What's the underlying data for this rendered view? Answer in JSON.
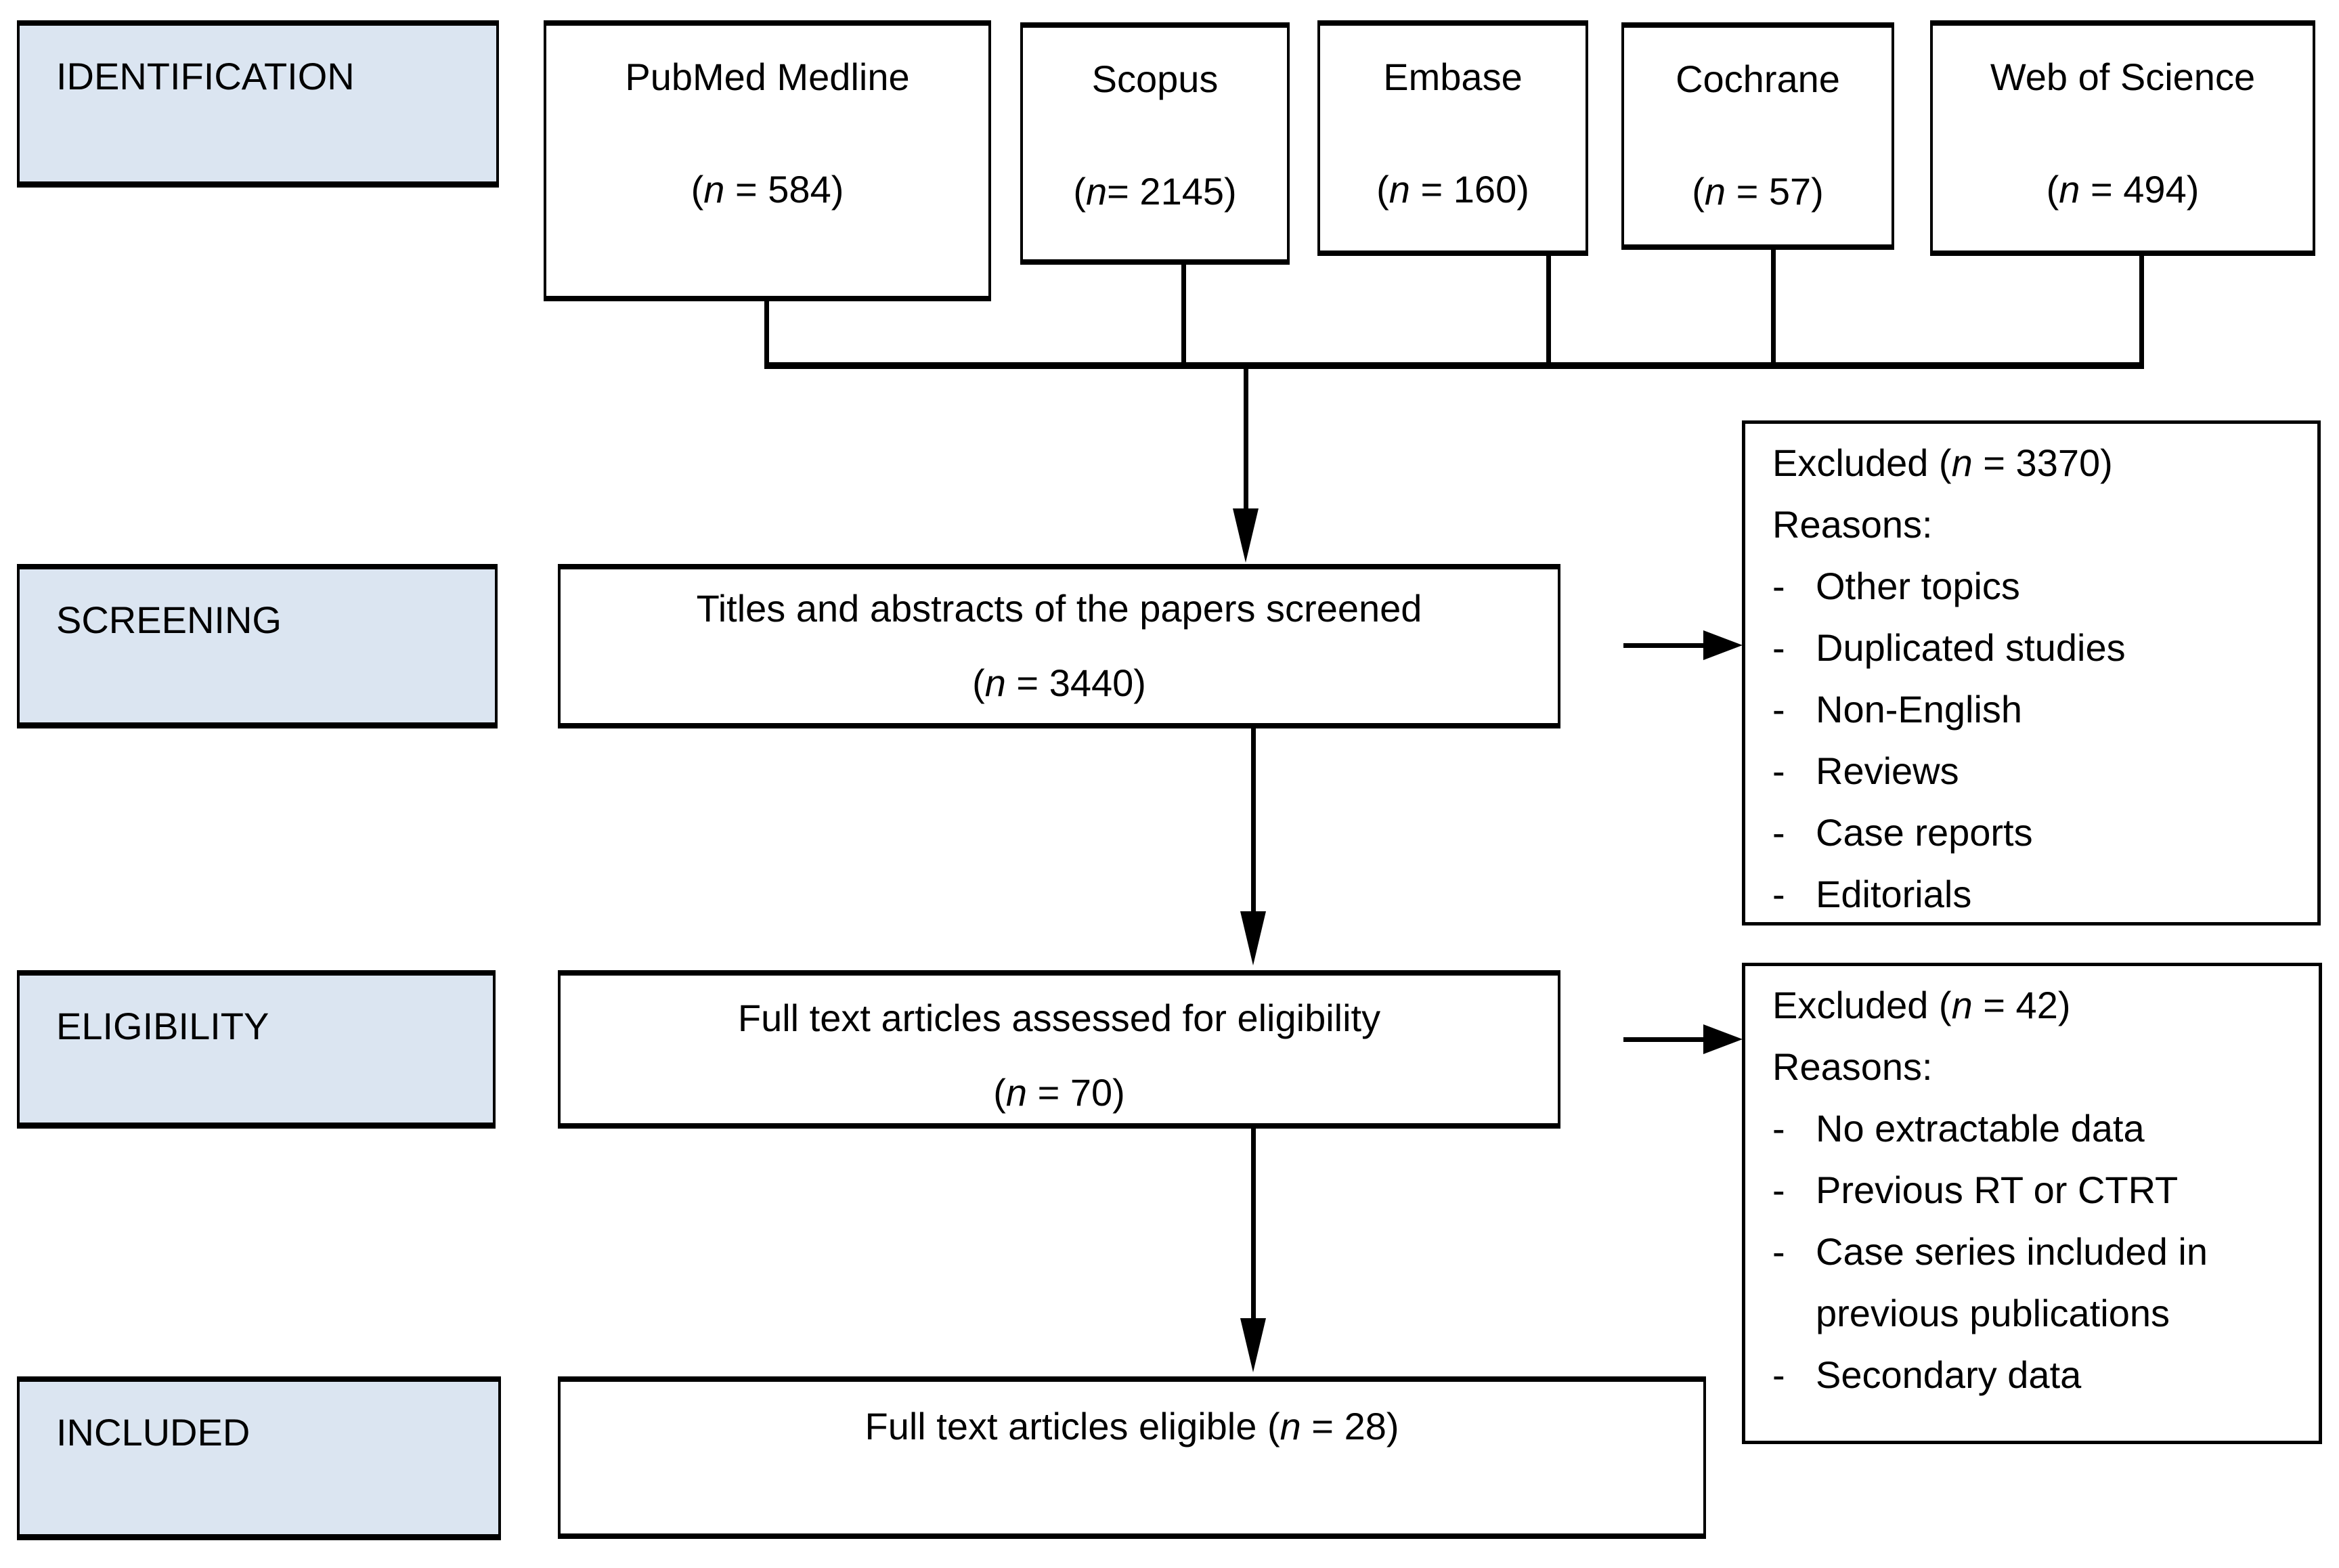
{
  "colors": {
    "stage_fill": "#dbe5f1",
    "line": "#000000",
    "background": "#ffffff"
  },
  "glyphs": {
    "dash": "-"
  },
  "stages": {
    "identification": "IDENTIFICATION",
    "screening": "SCREENING",
    "eligibility": "ELIGIBILITY",
    "included": "INCLUDED"
  },
  "sources": [
    {
      "name": "PubMed Medline",
      "count_pre": "(",
      "count_n": "n",
      "count_post": " = 584)"
    },
    {
      "name": "Scopus",
      "count_pre": "(",
      "count_n": "n",
      "count_post": "= 2145)"
    },
    {
      "name": "Embase",
      "count_pre": "(",
      "count_n": "n",
      "count_post": " = 160)"
    },
    {
      "name": "Cochrane",
      "count_pre": "(",
      "count_n": "n",
      "count_post": " = 57)"
    },
    {
      "name": "Web of Science",
      "count_pre": "(",
      "count_n": "n",
      "count_post": " = 494)"
    }
  ],
  "screening_box": {
    "line1": "Titles and abstracts of the papers screened",
    "count_pre": "(",
    "count_n": "n",
    "count_post": " = 3440)"
  },
  "eligibility_box": {
    "line1": "Full text articles assessed for eligibility",
    "count_pre": "(",
    "count_n": "n",
    "count_post": " = 70)"
  },
  "included_box": {
    "text_pre": "Full text articles eligible (",
    "count_n": "n",
    "count_post": " = 28)"
  },
  "excluded_screening": {
    "title_pre": "Excluded (",
    "title_n": "n",
    "title_post": " = 3370)",
    "reasons_label": "Reasons:",
    "reasons": [
      "Other topics",
      "Duplicated studies",
      "Non-English",
      "Reviews",
      "Case reports",
      "Editorials"
    ]
  },
  "excluded_eligibility": {
    "title_pre": "Excluded (",
    "title_n": "n",
    "title_post": " = 42)",
    "reasons_label": "Reasons:",
    "reasons": [
      "No extractable data",
      "Previous RT or CTRT",
      "Case series included in previous publications",
      "Secondary data"
    ]
  }
}
